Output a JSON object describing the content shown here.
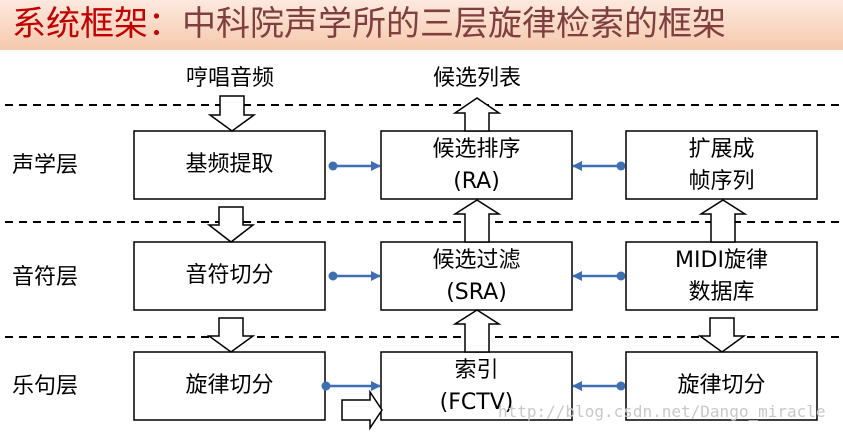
{
  "title": {
    "main": "系统框架：",
    "sub": "中科院声学所的三层旋律检索的框架"
  },
  "inputs": {
    "top_left": "哼唱音频",
    "top_center": "候选列表"
  },
  "layers": [
    "声学层",
    "音符层",
    "乐句层"
  ],
  "boxes": {
    "acoustic_left": [
      "基频提取"
    ],
    "acoustic_center": [
      "候选排序",
      "(RA)"
    ],
    "acoustic_right": [
      "扩展成",
      "帧序列"
    ],
    "note_left": [
      "音符切分"
    ],
    "note_center": [
      "候选过滤",
      "(SRA)"
    ],
    "note_right": [
      "MIDI旋律",
      "数据库"
    ],
    "phrase_left": [
      "旋律切分"
    ],
    "phrase_center": [
      "索引",
      "(FCTV)"
    ],
    "phrase_right": [
      "旋律切分"
    ]
  },
  "watermark": "http://blog.csdn.net/Dango_miracle",
  "colors": {
    "title_red": "#c00000",
    "title_brown": "#7f3f3f",
    "arrow_blue": "#3f6fb0",
    "title_bg": "#f6c9ad"
  }
}
